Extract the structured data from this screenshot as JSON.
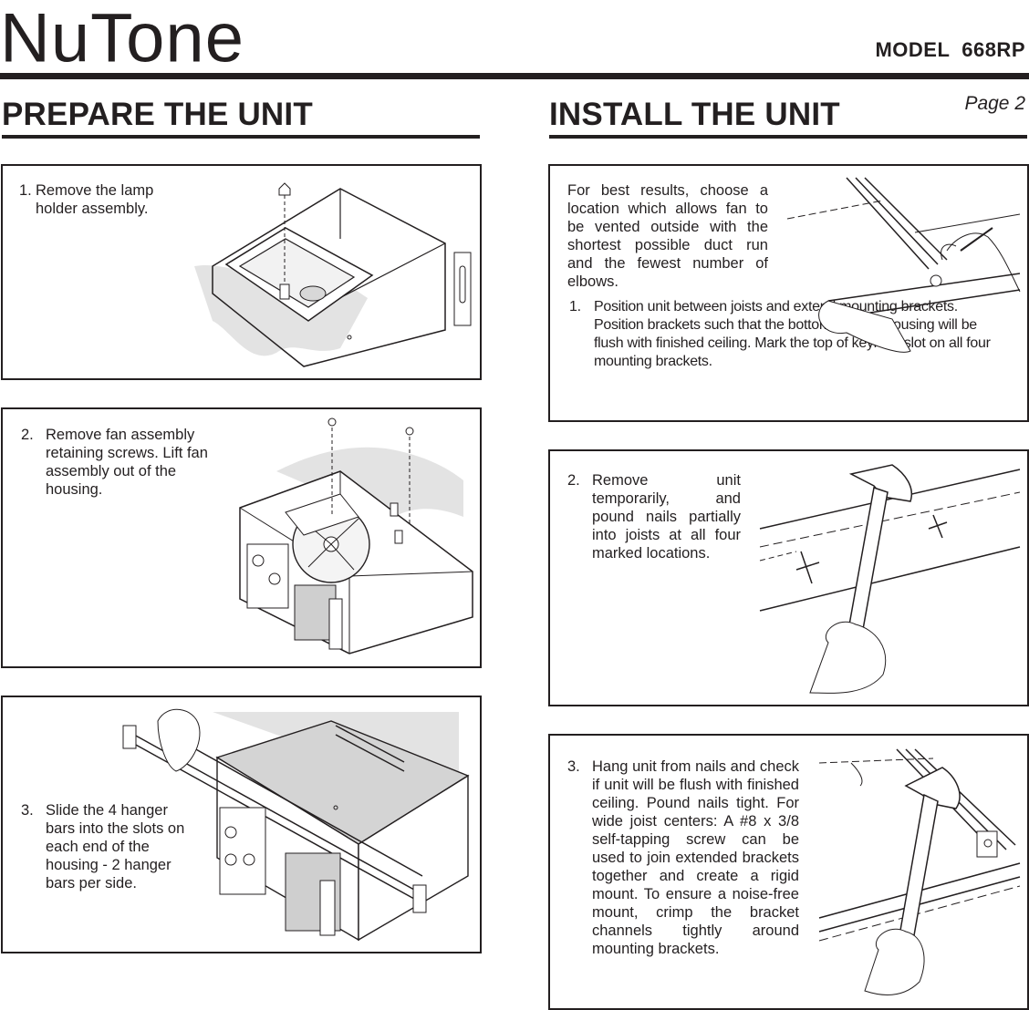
{
  "header": {
    "brand": "NuTone",
    "registered": "®",
    "model": "MODEL  668RP",
    "page": "Page 2"
  },
  "prepare": {
    "title": "PREPARE THE UNIT",
    "steps": [
      {
        "num": "1.",
        "text": "Remove the lamp holder assembly."
      },
      {
        "num": "2.",
        "text": "Remove fan assembly retaining screws. Lift fan assembly out of the housing."
      },
      {
        "num": "3.",
        "text": "Slide the 4 hanger bars into the slots on each end of the housing - 2 hanger bars per side."
      }
    ]
  },
  "install": {
    "title": "INSTALL THE UNIT",
    "intro": "For best results, choose a location which allows fan to be vented outside with the shortest possible duct run and the fewest number of elbows.",
    "steps": [
      {
        "num": "1.",
        "text": "Position unit between joists and extend mounting brackets. Position brackets such that the bottom edge of housing will be flush with finished ceiling. Mark the top of keyhole slot on all four mounting brackets."
      },
      {
        "num": "2.",
        "text": "Remove unit temporarily, and pound nails partially into joists at all four marked locations."
      },
      {
        "num": "3.",
        "text": "Hang unit from nails and check if unit will be flush with finished ceiling. Pound nails tight. For wide joist centers: A #8 x 3/8 self-tapping screw can be used to join extended brackets together and create a rigid mount. To ensure a noise-free mount, crimp the bracket channels tightly around mounting brackets."
      }
    ]
  }
}
